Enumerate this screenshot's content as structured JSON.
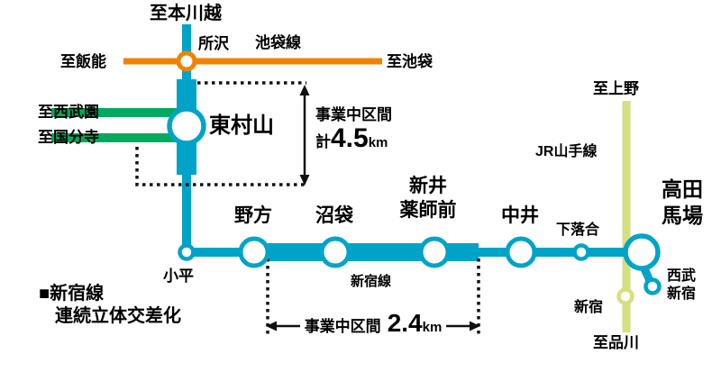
{
  "colors": {
    "line_cyan": "#00A3C8",
    "line_orange": "#EF8200",
    "line_green": "#00A95F",
    "line_jr": "#D5E080",
    "ink": "#111111"
  },
  "top": {
    "to_hon_kawagoe": "至本川越",
    "tokorozawa": "所沢",
    "ikebukuro_line": "池袋線",
    "to_hanno": "至飯能",
    "to_ikebukuro": "至池袋"
  },
  "murayama": {
    "to_seibuen": "至西武園",
    "to_kokubunji": "至国分寺",
    "name": "東村山",
    "section_label": "事業中区間",
    "total_prefix": "計",
    "length": "4.5",
    "unit": "km"
  },
  "shinjuku_line": {
    "kodaira": "小平",
    "nogata": "野方",
    "numabukuro": "沼袋",
    "araiyakushi_1": "新井",
    "araiyakushi_2": "薬師前",
    "nakai": "中井",
    "shimo_ochiai": "下落合",
    "takadanobaba_1": "高田",
    "takadanobaba_2": "馬場",
    "line_label": "新宿線",
    "seibu_shinjuku_1": "西武",
    "seibu_shinjuku_2": "新宿"
  },
  "yamanote": {
    "to_ueno": "至上野",
    "label": "JR山手線",
    "shinjuku": "新宿",
    "to_shinagawa": "至品川"
  },
  "bottom": {
    "section_label": "事業中区間",
    "length": "2.4",
    "unit": "km",
    "title_1": "■新宿線",
    "title_2": "連続立体交差化"
  }
}
